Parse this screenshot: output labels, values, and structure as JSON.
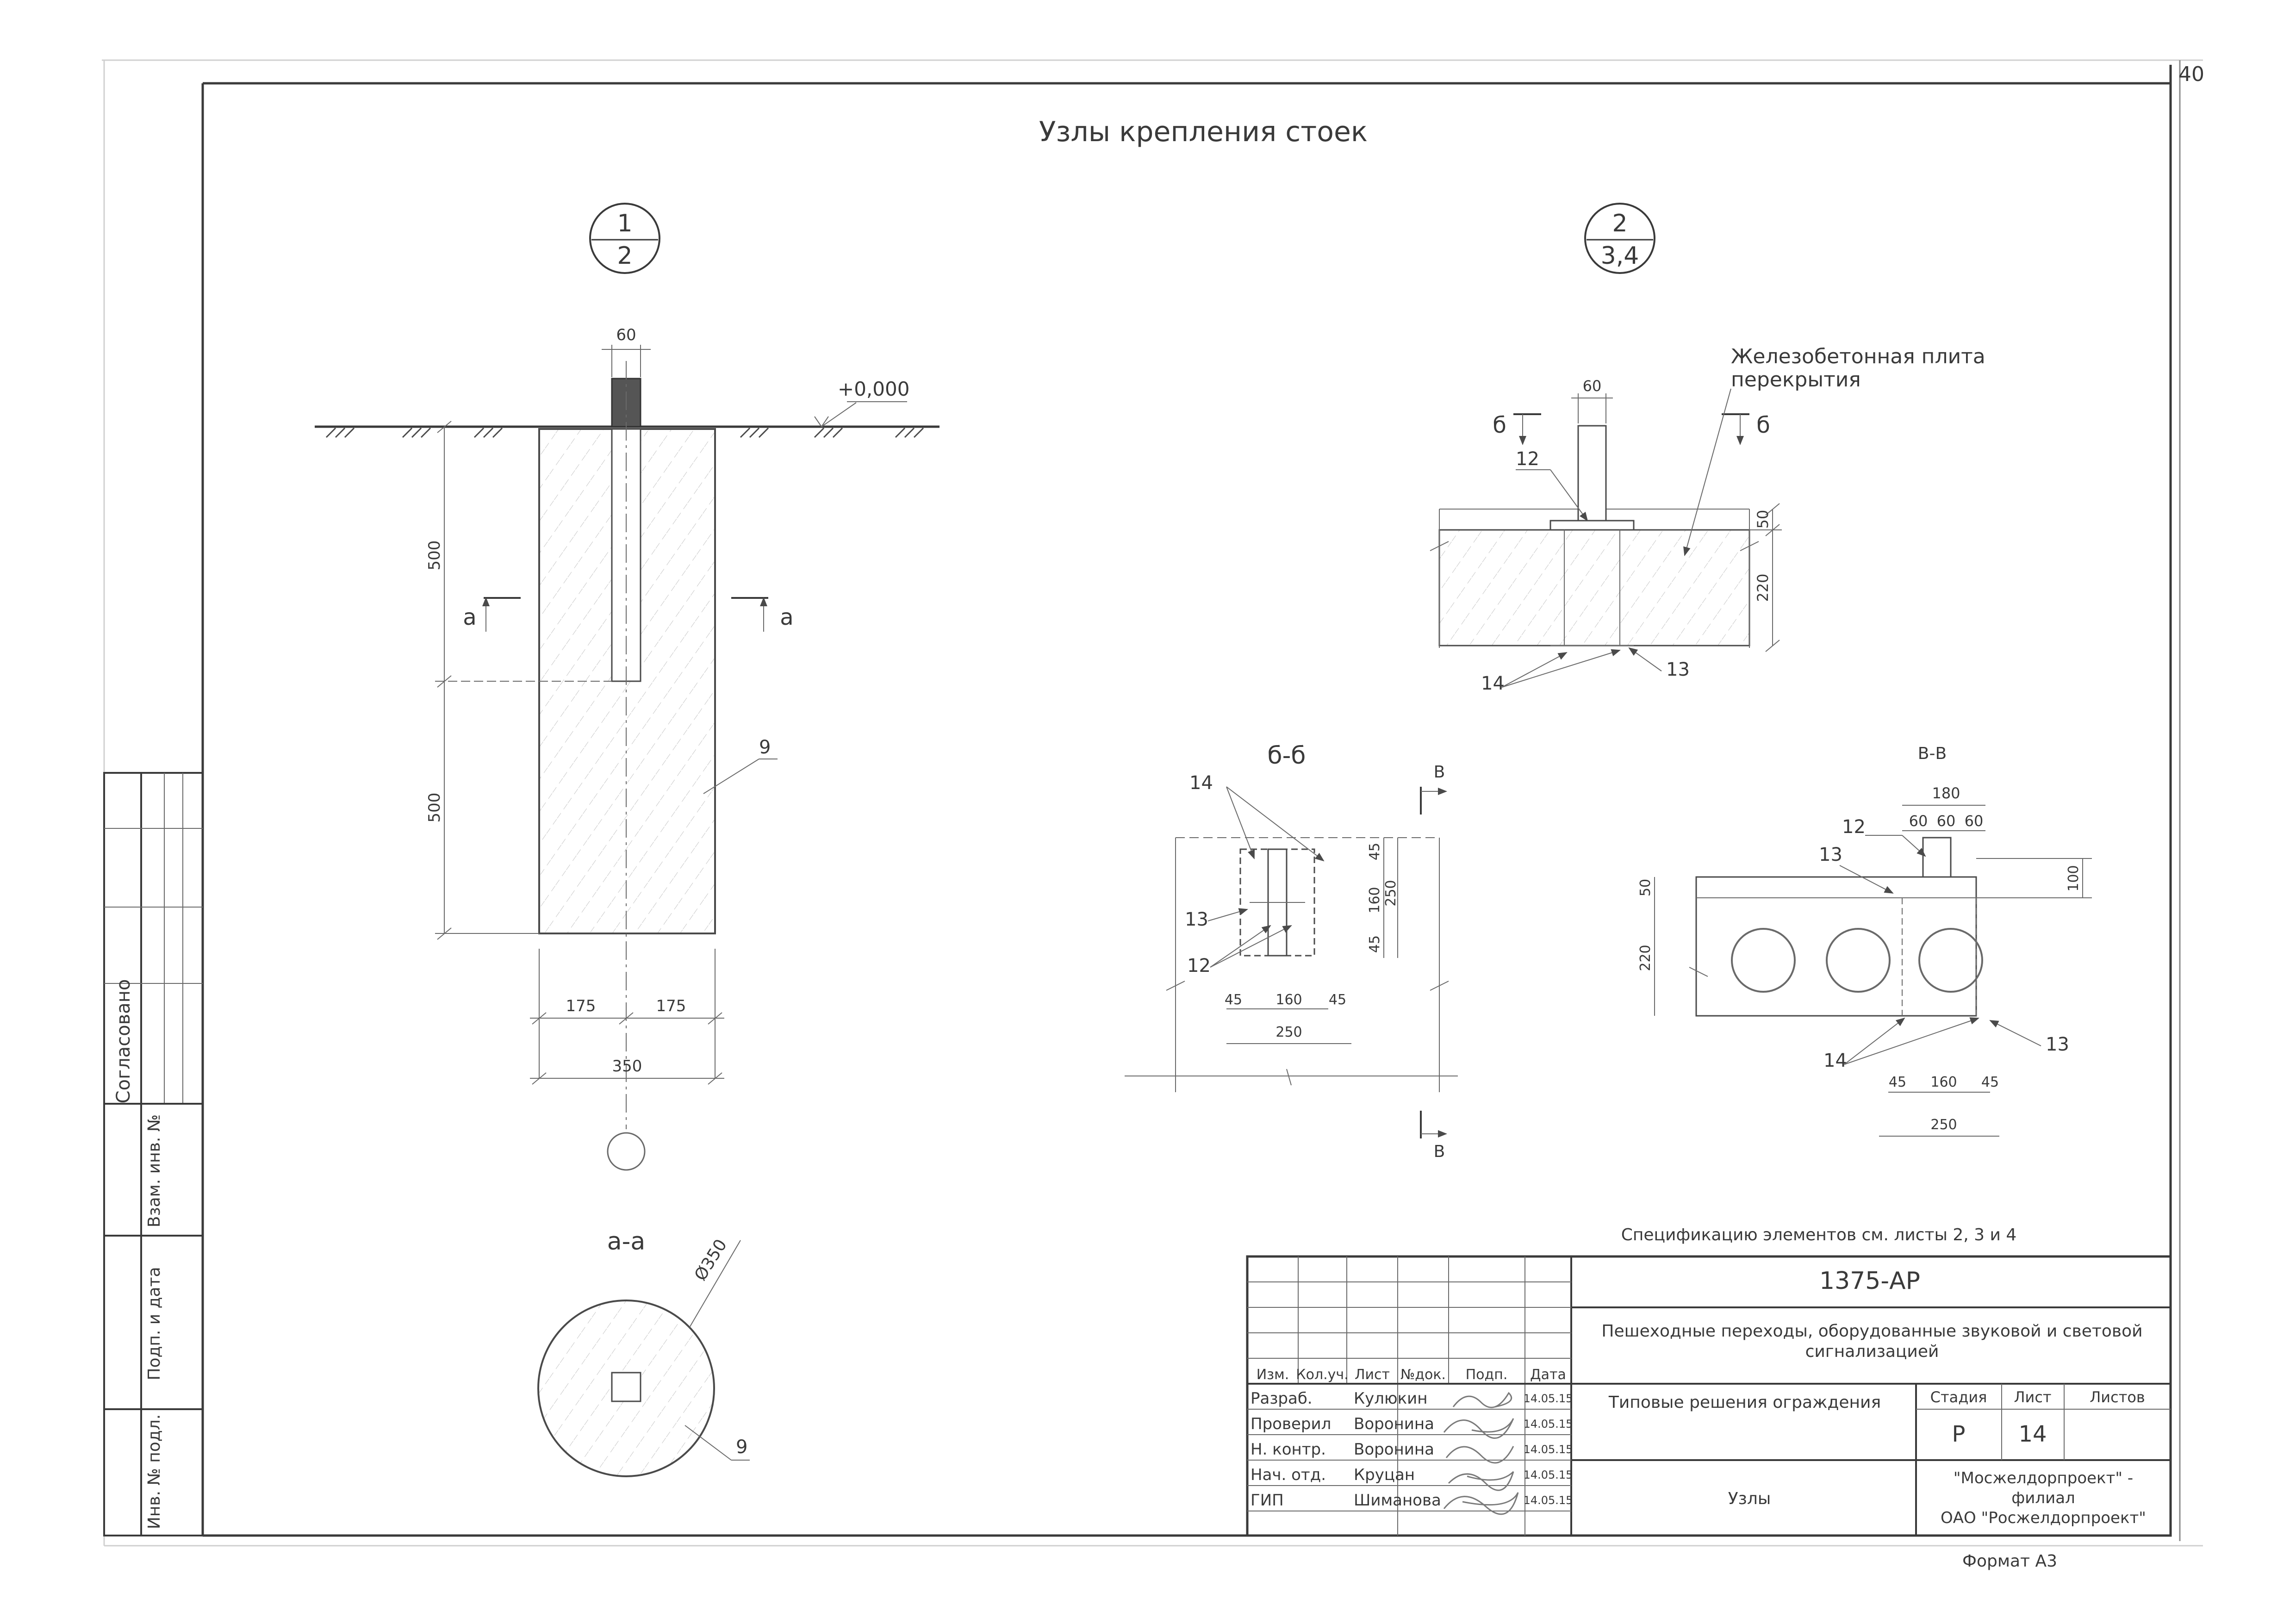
{
  "sheet_number": "40",
  "title": "Узлы крепления стоек",
  "callouts": {
    "c1": {
      "top": "1",
      "bottom": "2"
    },
    "c2": {
      "top": "2",
      "bottom": "3,4"
    }
  },
  "node1": {
    "dim_top": "60",
    "level": "+0,000",
    "dim_upper": "500",
    "dim_lower": "500",
    "section_mark": "а",
    "pos_label": "9",
    "dim_half_left": "175",
    "dim_half_right": "175",
    "dim_width": "350"
  },
  "section_aa": {
    "title": "а-а",
    "diameter": "Ø350",
    "pos_label": "9"
  },
  "node2": {
    "slab_label_line1": "Железобетонная плита",
    "slab_label_line2": "перекрытия",
    "dim_top": "60",
    "section_mark": "б",
    "pos_12": "12",
    "pos_14": "14",
    "pos_13": "13",
    "dim_50": "50",
    "dim_220": "220"
  },
  "section_bb": {
    "title": "б-б",
    "mark_v": "В",
    "pos_14": "14",
    "pos_13": "13",
    "pos_12": "12",
    "dim_45a": "45",
    "dim_160v": "160",
    "dim_45b": "45",
    "dim_250v": "250",
    "dim_h45a": "45",
    "dim_h160": "160",
    "dim_h45b": "45",
    "dim_h250": "250"
  },
  "section_vv": {
    "title": "В-В",
    "dim_180": "180",
    "dim_60a": "60",
    "dim_60b": "60",
    "dim_60c": "60",
    "pos_12": "12",
    "pos_13": "13",
    "pos_13b": "13",
    "pos_14": "14",
    "dim_100": "100",
    "dim_50": "50",
    "dim_220": "220",
    "dim_45a": "45",
    "dim_160": "160",
    "dim_45b": "45",
    "dim_250": "250"
  },
  "spec_note": "Спецификацию элементов см. листы 2, 3 и 4",
  "side_stamp": {
    "agreed": "Согласовано",
    "vzam": "Взам. инв. №",
    "podp_data": "Подп. и дата",
    "inv_podl": "Инв. № подл."
  },
  "title_block": {
    "code": "1375-АР",
    "project": "Пешеходные переходы, оборудованные звуковой и световой сигнализацией",
    "headers": [
      "Изм.",
      "Кол.уч.",
      "Лист",
      "№док.",
      "Подп.",
      "Дата"
    ],
    "rows": [
      {
        "role": "Разраб.",
        "name": "Кулюкин",
        "date": "14.05.15"
      },
      {
        "role": "Проверил",
        "name": "Воронина",
        "date": "14.05.15"
      },
      {
        "role": "Н. контр.",
        "name": "Воронина",
        "date": "14.05.15"
      },
      {
        "role": "Нач. отд.",
        "name": "Круцан",
        "date": "14.05.15"
      },
      {
        "role": "ГИП",
        "name": "Шиманова",
        "date": "14.05.15"
      }
    ],
    "doc_title": "Типовые решения ограждения",
    "sheet_title": "Узлы",
    "stage_label": "Стадия",
    "sheet_label": "Лист",
    "sheets_label": "Листов",
    "stage_value": "Р",
    "sheet_value": "14",
    "org_line1": "\"Мосжелдорпроект\" -",
    "org_line2": "филиал",
    "org_line3": "ОАО \"Росжелдорпроект\""
  },
  "format": "Формат А3"
}
